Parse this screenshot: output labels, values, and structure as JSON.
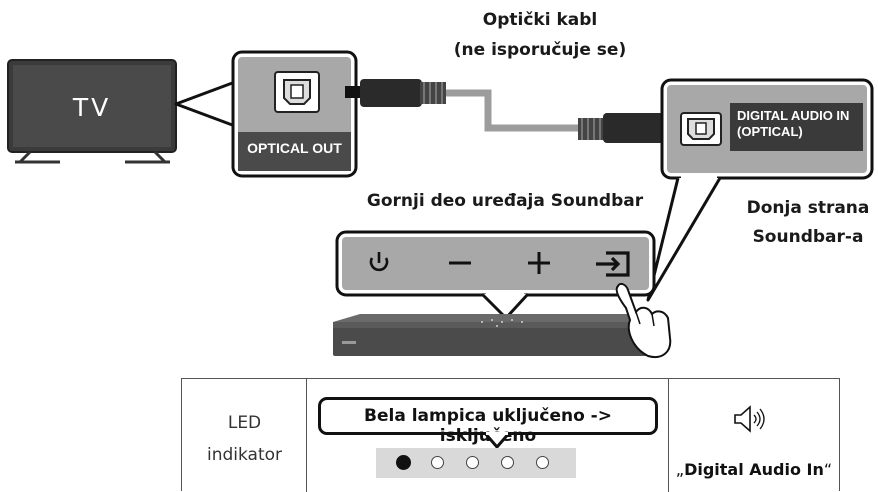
{
  "tv": {
    "label": "TV"
  },
  "optical_out": {
    "label": "OPTICAL OUT"
  },
  "cable": {
    "caption_line1": "Optički kabl",
    "caption_line2": "(ne isporučuje se)"
  },
  "digital_in": {
    "label_line1": "DIGITAL AUDIO IN",
    "label_line2": "(OPTICAL)"
  },
  "soundbar_top": {
    "caption": "Gornji deo uređaja Soundbar"
  },
  "soundbar_bottom": {
    "caption_line1": "Donja strana",
    "caption_line2": "Soundbar-a"
  },
  "buttons": [
    {
      "name": "power",
      "icon": "power-icon"
    },
    {
      "name": "volume-down",
      "icon": "minus-icon"
    },
    {
      "name": "volume-up",
      "icon": "plus-icon"
    },
    {
      "name": "source",
      "icon": "source-input-icon"
    }
  ],
  "led_table": {
    "label_line1": "LED",
    "label_line2": "indikator",
    "callout": "Bela lampica uključeno -> isključeno",
    "dots": [
      true,
      false,
      false,
      false,
      false
    ],
    "mode_prefix": "„",
    "mode_text": "Digital Audio In",
    "mode_suffix": "“",
    "speaker_icon": "speaker-icon"
  }
}
